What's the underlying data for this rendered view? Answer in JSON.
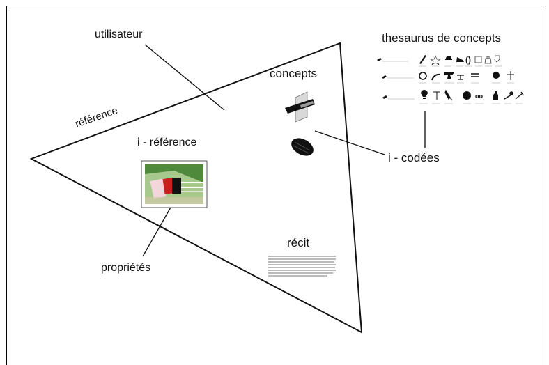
{
  "labels": {
    "utilisateur": "utilisateur",
    "reference": "référence",
    "i_reference": "i - référence",
    "concepts": "concepts",
    "thesaurus": "thesaurus de concepts",
    "i_codees": "i - codées",
    "recit": "récit",
    "proprietes": "propriétés"
  },
  "colors": {
    "line": "#111111",
    "photo_green": "#4f8a3c",
    "photo_red": "#c81f1f",
    "photo_black": "#111111"
  },
  "thesaurus_icons": [
    [
      "pen-icon",
      "star-icon",
      "hat-icon",
      "shoe-icon",
      "paren-icon",
      "box-icon",
      "bag-icon",
      "tag-icon"
    ],
    [
      "ring-icon",
      "hook-icon",
      "anvil-icon",
      "stand-icon",
      "bars-icon",
      "ball-icon",
      "cross-icon"
    ],
    [
      "lamp-icon",
      "bridge-icon",
      "brush-icon",
      "circle-icon",
      "eye-icon",
      "bottle-icon",
      "spoon-icon",
      "fork-icon"
    ]
  ]
}
